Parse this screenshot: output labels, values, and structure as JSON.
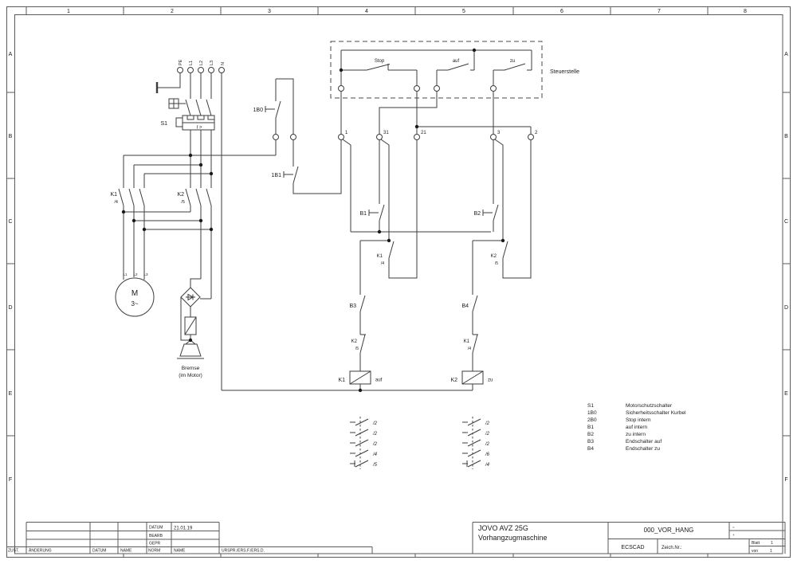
{
  "frame": {
    "columns": [
      "1",
      "2",
      "3",
      "4",
      "5",
      "6",
      "7",
      "8"
    ],
    "rows": [
      "A",
      "B",
      "C",
      "D",
      "E",
      "F"
    ]
  },
  "power": {
    "terminals": [
      "PE",
      "L1",
      "L2",
      "L3",
      "N"
    ],
    "s1": {
      "label": "S1",
      "symbol": "I >"
    },
    "k1": {
      "label": "K1",
      "ref": "/4"
    },
    "k2": {
      "label": "K2",
      "ref": "/5"
    },
    "motor": {
      "letter": "M",
      "phase": "3~",
      "terminals": [
        "L1",
        "L2",
        "L3"
      ]
    },
    "brake": {
      "line1": "Bremse",
      "line2": "(im Motor)"
    }
  },
  "control": {
    "dev_1b0": "1B0",
    "dev_1b1": "1B1",
    "steuerstelle": {
      "label": "Steuerstelle",
      "stop": "Stop",
      "auf": "auf",
      "zu": "zu"
    },
    "terminal_numbers": [
      "1",
      "31",
      "21",
      "3",
      "2"
    ],
    "b1": "B1",
    "b2": "B2",
    "b3": "B3",
    "b4": "B4",
    "k1_no": {
      "label": "K1",
      "ref": "/4"
    },
    "k2_no": {
      "label": "K2",
      "ref": "/5"
    },
    "k2_nc": {
      "label": "K2",
      "ref": "/5"
    },
    "k1_nc": {
      "label": "K1",
      "ref": "/4"
    },
    "coil_k1": {
      "label": "K1",
      "func": "auf"
    },
    "coil_k2": {
      "label": "K2",
      "func": "zu"
    }
  },
  "crossrefs": {
    "k1": [
      "/2",
      "/2",
      "/2",
      "/4",
      "/5"
    ],
    "k2": [
      "/2",
      "/2",
      "/2",
      "/6",
      "/4"
    ]
  },
  "legend": {
    "items": [
      {
        "key": "S1",
        "desc": "Motorschutzschalter"
      },
      {
        "key": "1B0",
        "desc": "Sicherheitsschalter Kurbel"
      },
      {
        "key": "2B0",
        "desc": "Stop intern"
      },
      {
        "key": "B1",
        "desc": "auf intern"
      },
      {
        "key": "B2",
        "desc": "zu intern"
      },
      {
        "key": "B3",
        "desc": "Endschalter auf"
      },
      {
        "key": "B4",
        "desc": "Endschalter zu"
      }
    ]
  },
  "titleblock": {
    "meta": {
      "datum_label": "DATUM",
      "datum": "21.01.19",
      "bearb": "BEARB",
      "gepr": "GEPR",
      "norm": "NORM",
      "name": "NAME",
      "name2": "NAME",
      "zust": "ZUST.",
      "aenderung": "ÄNDERUNG",
      "datum2": "DATUM",
      "urspr": "URSPR./ERS.F./ERS.D."
    },
    "project": {
      "line1": "JOVO AVZ 25G",
      "line2": "Vorhangzugmaschine"
    },
    "doc": {
      "code": "000_VOR_HANG",
      "eq": "=",
      "plus": "+",
      "cad": "ECSCAD",
      "zeichnr": "Zeich.Nr.:",
      "blatt_label": "Blatt",
      "blatt": "1",
      "von_label": "von",
      "von": "1"
    }
  }
}
